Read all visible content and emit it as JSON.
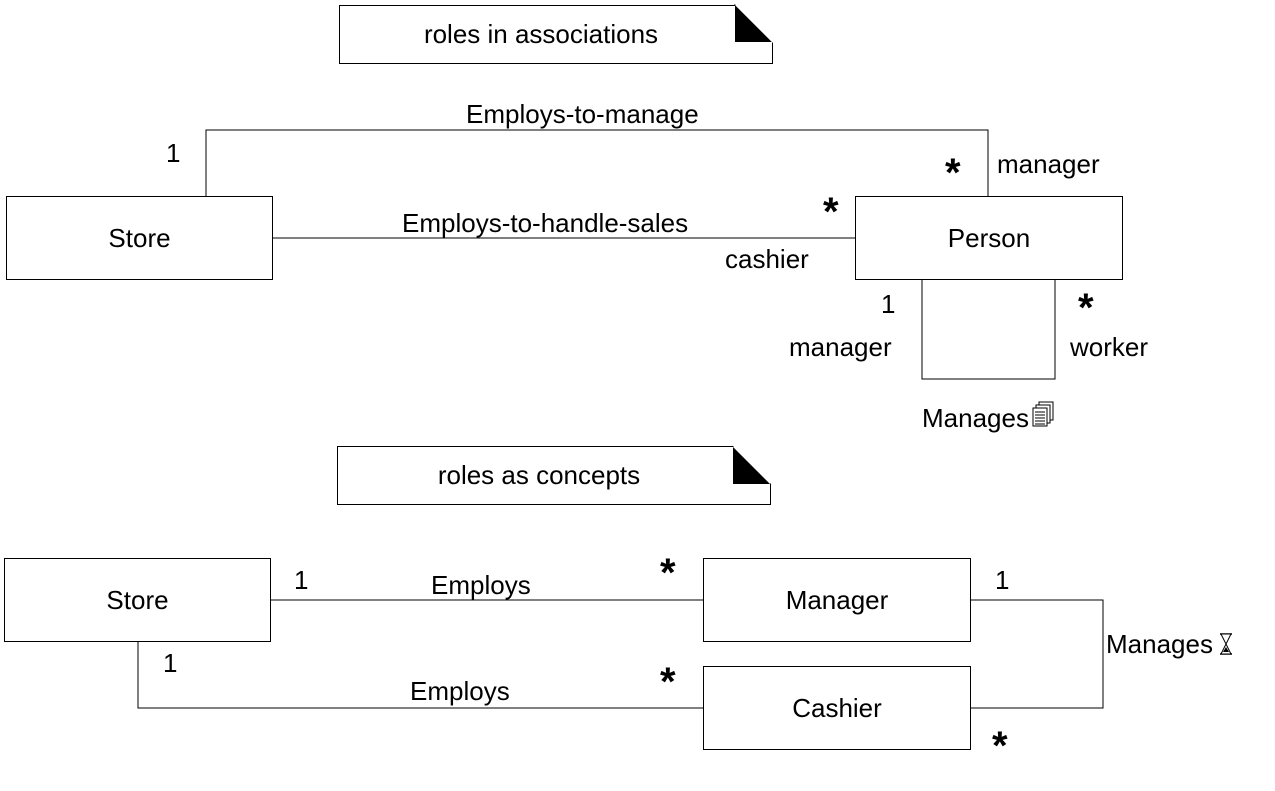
{
  "notes": {
    "top": "roles in associations",
    "bottom": "roles as concepts"
  },
  "top_diagram": {
    "store": "Store",
    "person": "Person",
    "assoc_manage": "Employs-to-manage",
    "assoc_sales": "Employs-to-handle-sales",
    "mult_store_manage": "1",
    "mult_person_manage": "*",
    "role_manager_top": "manager",
    "mult_person_sales": "*",
    "role_cashier": "cashier",
    "self_mult_left": "1",
    "self_role_left": "manager",
    "self_mult_right": "*",
    "self_role_right": "worker",
    "self_assoc": "Manages"
  },
  "bottom_diagram": {
    "store": "Store",
    "manager": "Manager",
    "cashier": "Cashier",
    "assoc_employs_manager": "Employs",
    "assoc_employs_cashier": "Employs",
    "mult_store_manager": "1",
    "mult_manager_store": "*",
    "mult_store_cashier": "1",
    "mult_cashier_store": "*",
    "mult_manager_manages": "1",
    "mult_cashier_manages": "*",
    "assoc_manages": "Manages"
  },
  "icons": {
    "manages_top": "documents-icon",
    "manages_bottom": "hourglass-icon"
  }
}
